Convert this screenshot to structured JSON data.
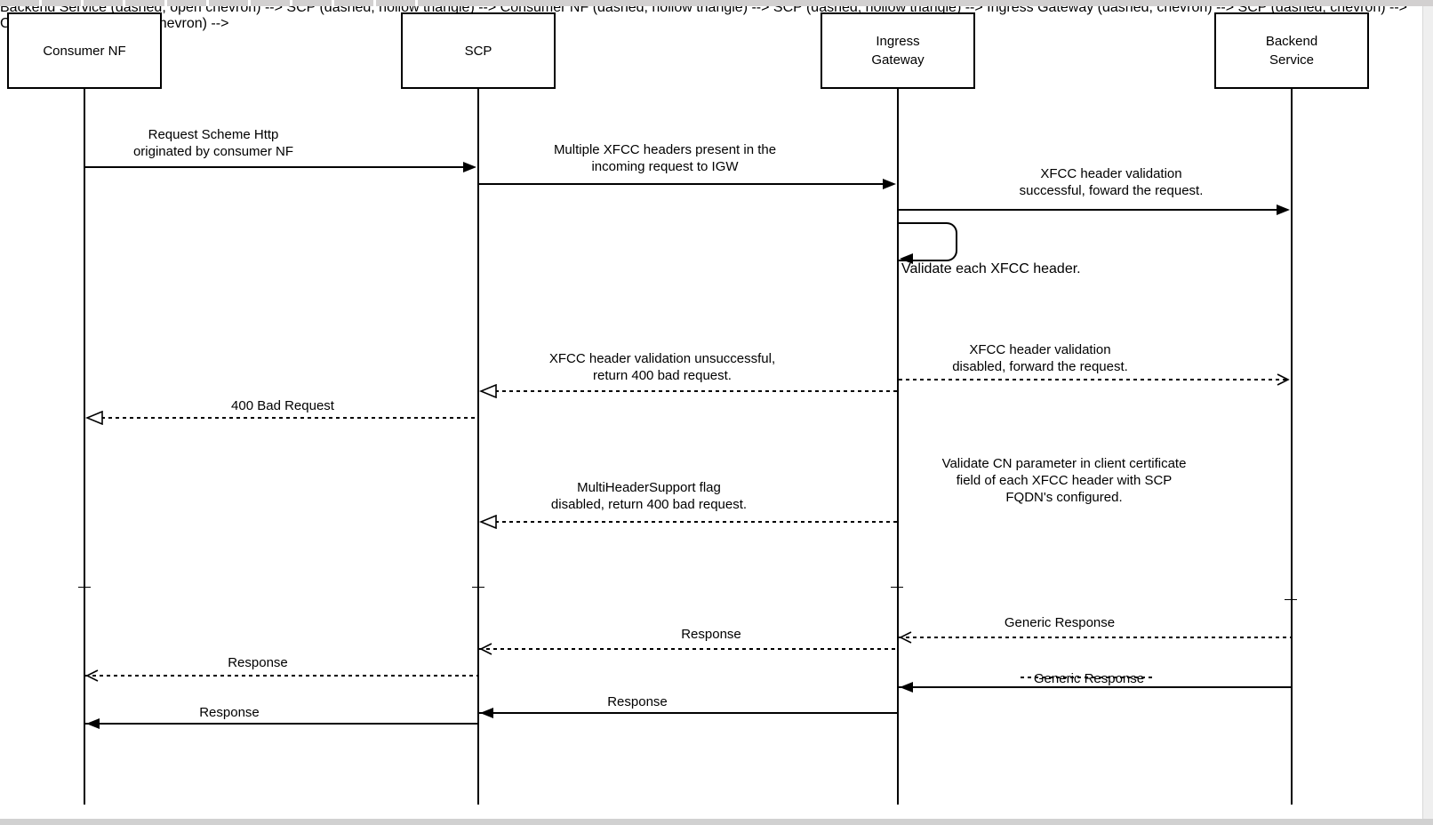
{
  "diagram": {
    "type": "sequence-diagram",
    "colors": {
      "line": "#000000",
      "background": "#ffffff",
      "chrome_strip": "#d2d0d0",
      "scrollbar_track": "#efefef",
      "scrollbar_bottom": "#d1d1d1"
    },
    "actors": [
      {
        "id": "consumer-nf",
        "label_lines": [
          "Consumer NF"
        ]
      },
      {
        "id": "scp",
        "label_lines": [
          "SCP"
        ]
      },
      {
        "id": "ingress-gateway",
        "label_lines": [
          "Ingress",
          "Gateway"
        ]
      },
      {
        "id": "backend-service",
        "label_lines": [
          "Backend",
          "Service"
        ]
      }
    ],
    "messages": [
      {
        "from": "consumer-nf",
        "to": "scp",
        "line_style": "solid",
        "arrowhead": "filled",
        "label_lines": [
          "Request Scheme Http",
          "originated by consumer NF"
        ]
      },
      {
        "from": "scp",
        "to": "ingress-gateway",
        "line_style": "solid",
        "arrowhead": "filled",
        "label_lines": [
          "Multiple XFCC headers present in the",
          "incoming request to IGW"
        ]
      },
      {
        "from": "ingress-gateway",
        "to": "backend-service",
        "line_style": "solid",
        "arrowhead": "filled",
        "label_lines": [
          "XFCC header validation",
          "successful, foward the request."
        ]
      },
      {
        "from": "ingress-gateway",
        "to": "ingress-gateway",
        "kind": "self-loop",
        "line_style": "solid",
        "arrowhead": "filled",
        "label_lines": [
          "Validate each XFCC header."
        ]
      },
      {
        "from": "ingress-gateway",
        "to": "backend-service",
        "line_style": "dashed",
        "arrowhead": "open-chevron",
        "label_lines": [
          "XFCC header validation",
          "disabled, forward the request."
        ]
      },
      {
        "from": "ingress-gateway",
        "to": "scp",
        "line_style": "dashed",
        "arrowhead": "hollow-triangle",
        "label_lines": [
          "XFCC header validation unsuccessful,",
          "return 400 bad request."
        ]
      },
      {
        "from": "scp",
        "to": "consumer-nf",
        "line_style": "dashed",
        "arrowhead": "hollow-triangle",
        "label_lines": [
          "400 Bad Request"
        ]
      },
      {
        "from": "ingress-gateway",
        "to": "scp",
        "line_style": "dashed",
        "arrowhead": "hollow-triangle",
        "label_lines": [
          "MultiHeaderSupport flag",
          "disabled, return 400 bad request."
        ]
      },
      {
        "from": "backend-service",
        "to": "ingress-gateway",
        "line_style": "dashed",
        "arrowhead": "open-chevron",
        "label_lines": [
          "Generic Response"
        ]
      },
      {
        "from": "ingress-gateway",
        "to": "scp",
        "line_style": "dashed",
        "arrowhead": "open-chevron",
        "label_lines": [
          "Response"
        ]
      },
      {
        "from": "scp",
        "to": "consumer-nf",
        "line_style": "dashed",
        "arrowhead": "open-chevron",
        "label_lines": [
          "Response"
        ]
      },
      {
        "from": "backend-service",
        "to": "ingress-gateway",
        "line_style": "solid",
        "arrowhead": "filled",
        "label_lines": [
          "Generic Response"
        ]
      },
      {
        "from": "ingress-gateway",
        "to": "scp",
        "line_style": "solid",
        "arrowhead": "filled",
        "label_lines": [
          "Response"
        ]
      },
      {
        "from": "scp",
        "to": "consumer-nf",
        "line_style": "solid",
        "arrowhead": "filled",
        "label_lines": [
          "Response"
        ]
      }
    ],
    "notes": [
      {
        "attached_to": "ingress-gateway",
        "label_lines": [
          "Validate CN parameter in client certificate",
          "field of each XFCC header with SCP",
          "FQDN's configured."
        ]
      }
    ]
  }
}
